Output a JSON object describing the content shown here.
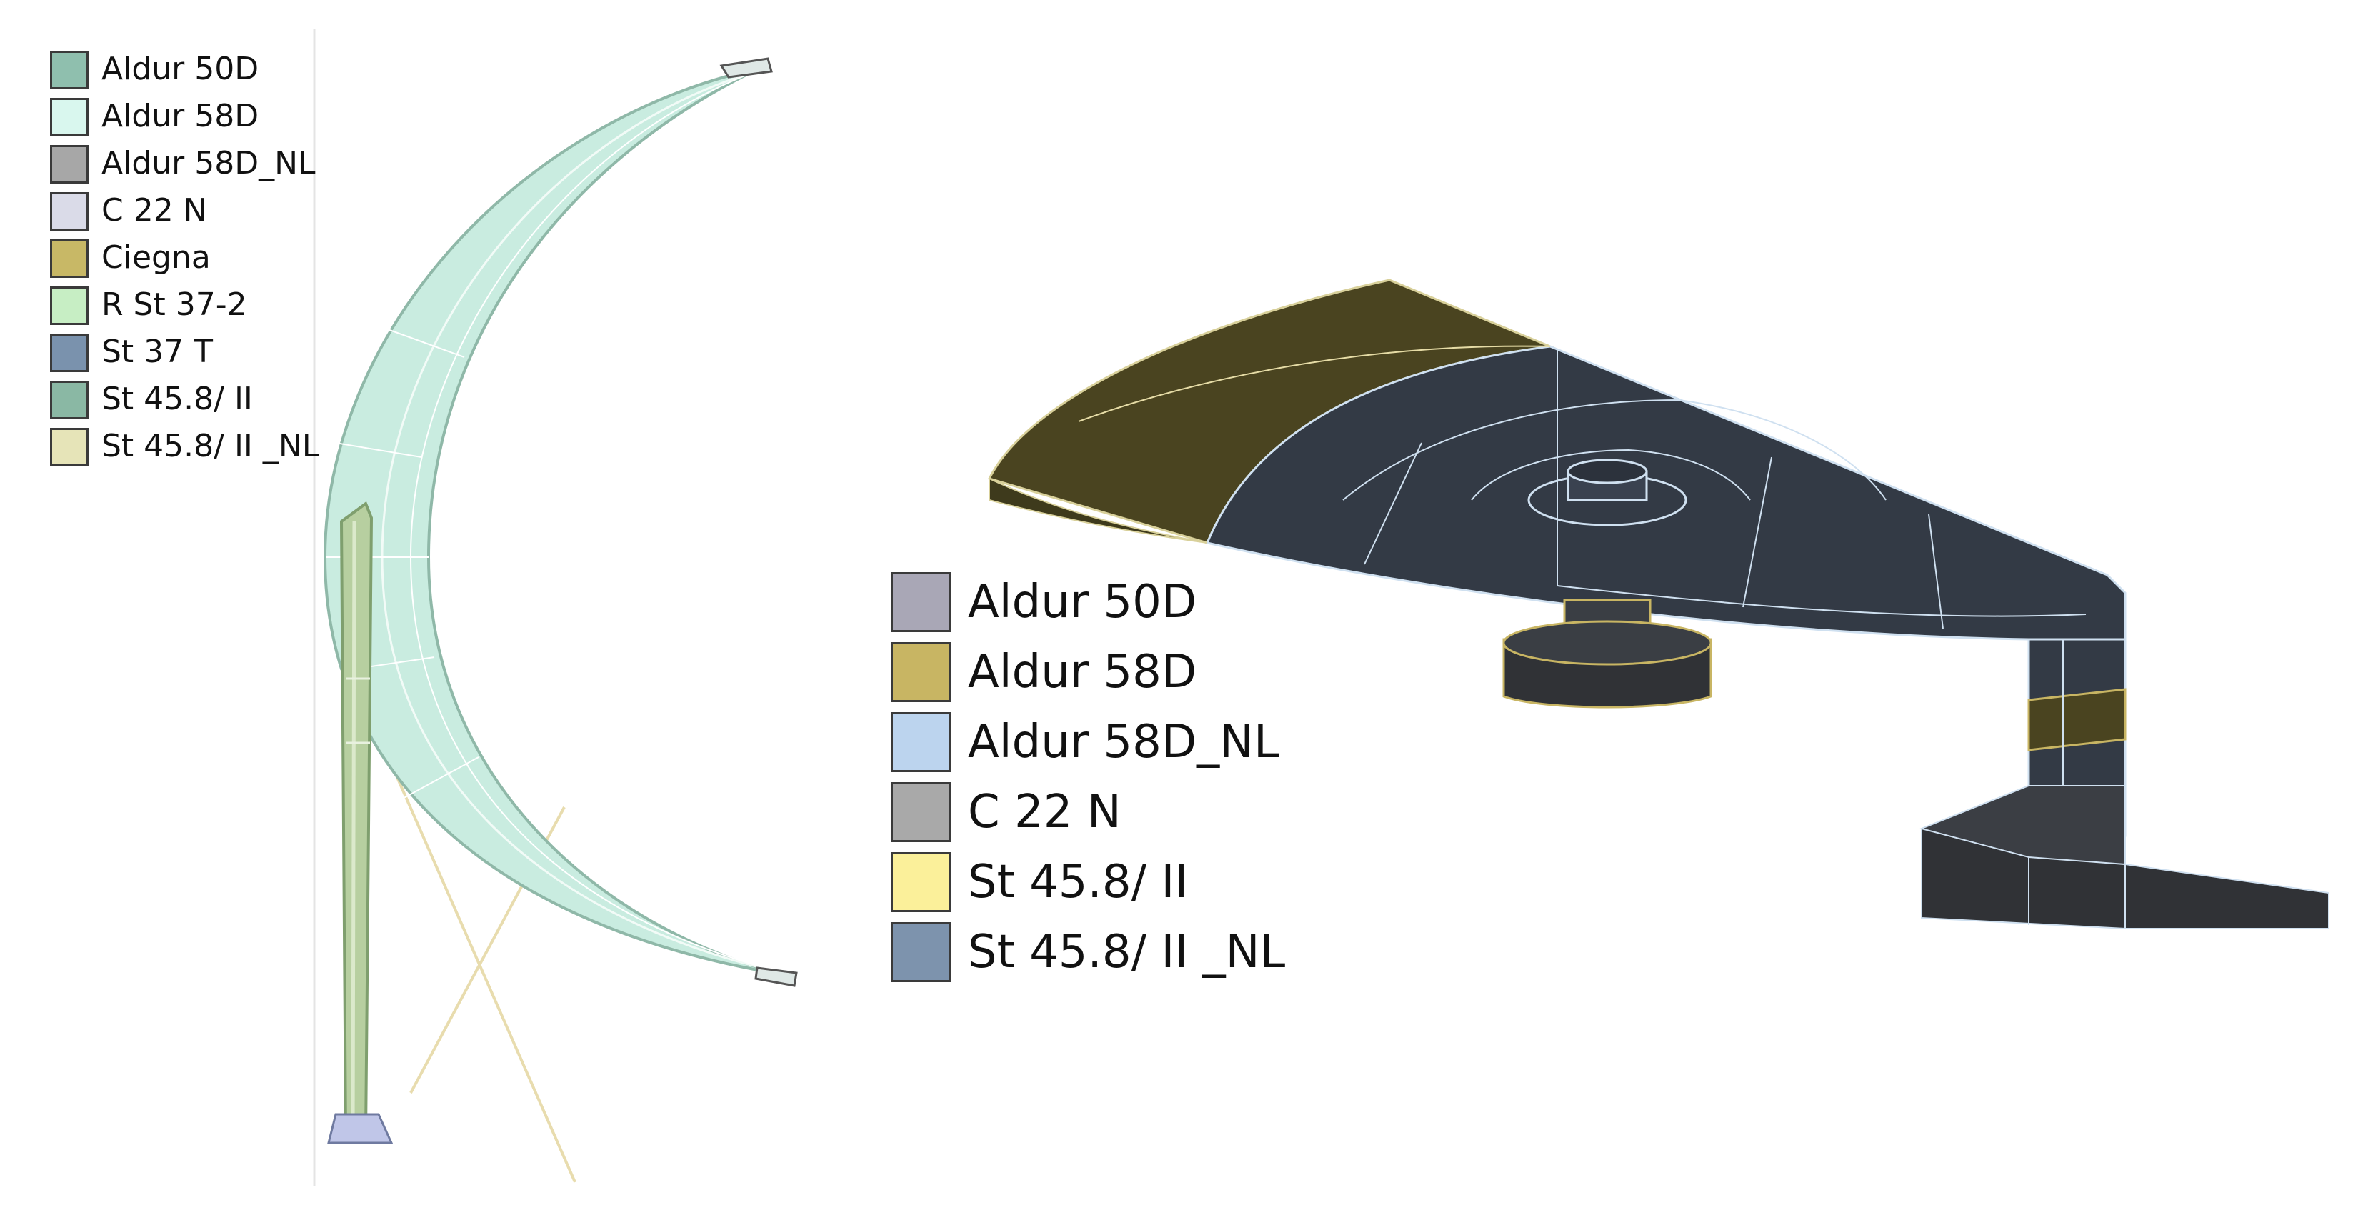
{
  "legends": {
    "left": [
      {
        "label": "Aldur 50D",
        "color": "#8fbfae"
      },
      {
        "label": "Aldur 58D",
        "color": "#d9f7ee"
      },
      {
        "label": "Aldur 58D_NL",
        "color": "#a7a7a7"
      },
      {
        "label": "C 22 N",
        "color": "#dadbe8"
      },
      {
        "label": "Ciegna",
        "color": "#c8b866"
      },
      {
        "label": "R St 37-2",
        "color": "#c7eec4"
      },
      {
        "label": "St 37 T",
        "color": "#7a92ad"
      },
      {
        "label": "St 45.8/ II",
        "color": "#8ab8a4"
      },
      {
        "label": "St 45.8/ II _NL",
        "color": "#e6e4b8"
      }
    ],
    "right": [
      {
        "label": "Aldur 50D",
        "color": "#a9a7b6"
      },
      {
        "label": "Aldur 58D",
        "color": "#c8b563"
      },
      {
        "label": "Aldur 58D_NL",
        "color": "#bcd4ee"
      },
      {
        "label": "C 22 N",
        "color": "#a9a9a9"
      },
      {
        "label": "St 45.8/ II",
        "color": "#fbf09a"
      },
      {
        "label": "St 45.8/ II _NL",
        "color": "#7d93ad"
      }
    ]
  },
  "model_colors": {
    "blade_face": "#c9ece0",
    "blade_edge": "#8fb8a8",
    "pole": "#b7cfa0",
    "pole_shadow": "#7f9f6e",
    "brace": "#e8dcae",
    "panel_dark": "#333a45",
    "panel_olive": "#4a4420",
    "panel_lines": "#cfe0f0",
    "hub": "#3a3e44",
    "hub_ring": "#c8b563",
    "base": "#303236"
  }
}
